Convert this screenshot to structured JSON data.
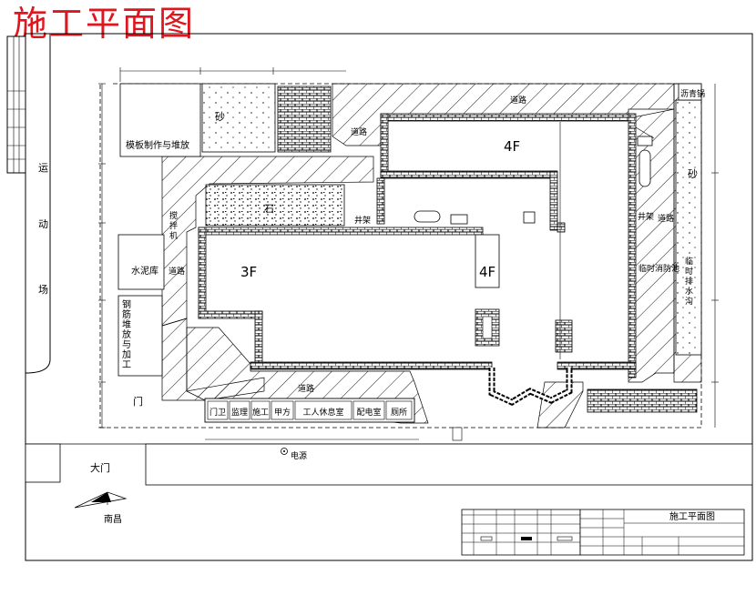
{
  "title": "施工平面图",
  "colors": {
    "title": "#e0161e",
    "line": "#000000",
    "hatch": "#000000"
  },
  "side_left": [
    "运",
    "动",
    "场"
  ],
  "gate": "门",
  "main_gate": "大门",
  "road_bottom_label": "电源",
  "compass": "南昌",
  "areas": {
    "sand_top": "砂",
    "formwork": "模板制作与堆放",
    "stone": "石",
    "cement": "水泥库",
    "rebar": "钢筋堆放与加工",
    "road_top": "道路",
    "road_mid": "道路",
    "road_left": "道路",
    "road_bottom": "道路",
    "road_right": "道路",
    "hoist_left": "井架",
    "hoist_right": "井架",
    "mixer": "搅拌机",
    "fire_pool": "临时消防池",
    "temp_water": "临时排水沟",
    "sand_right": "砂",
    "asphalt": "沥青锅"
  },
  "buildings": {
    "b1": "4F",
    "b2": "3F",
    "b3": "4F"
  },
  "rooms": [
    "门卫",
    "监理",
    "施工",
    "甲方",
    "工人休息室",
    "配电室",
    "厕所"
  ],
  "title_block": {
    "drawing_name": "施工平面图"
  }
}
